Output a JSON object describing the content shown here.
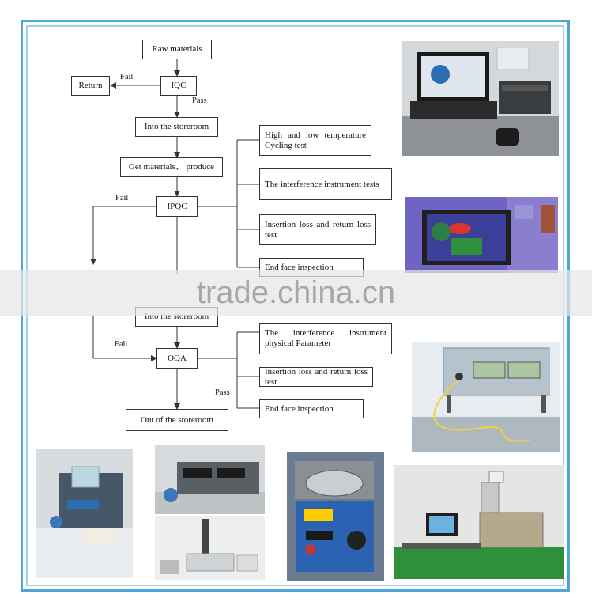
{
  "flow": {
    "raw_materials": "Raw materials",
    "iqc": "IQC",
    "return": "Return",
    "fail_iqc": "Fail",
    "pass_iqc": "Pass",
    "into_storeroom_1": "Into the storeroom",
    "get_materials": "Get materials、 produce",
    "ipqc": "IPQC",
    "fail_ipqc": "Fail",
    "into_storeroom_2": "Into the storeroom",
    "oqa": "OQA",
    "fail_oqa": "Fail",
    "pass_oqa": "Pass",
    "out_storeroom": "Out of the storeroom"
  },
  "ipqc_tests": [
    "High and low temperature Cycling test",
    "The interference instrument tests",
    "Insertion loss and return loss test",
    "End face inspection"
  ],
  "oqa_tests": [
    "The interference instrument physical Parameter",
    "Insertion loss and return loss test",
    "End face inspection"
  ],
  "watermark": "trade.china.cn",
  "colors": {
    "frame": "#4aa8d8",
    "frame_inner": "#9fd0ea"
  }
}
